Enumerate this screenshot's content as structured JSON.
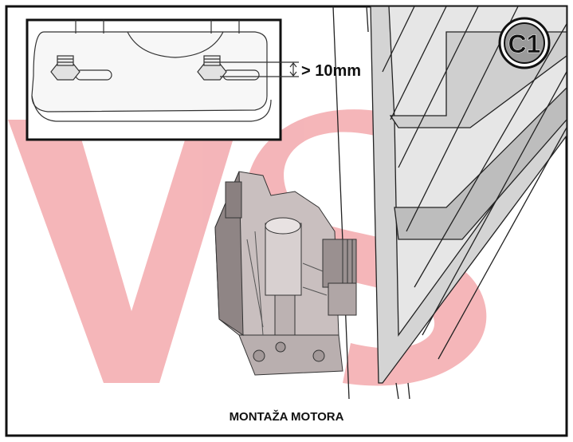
{
  "figure": {
    "badge_label": "C1",
    "measurement_label": "> 10mm",
    "caption": "MONTAŽA MOTORA",
    "watermark_text": "VS"
  },
  "colors": {
    "frame": "#111111",
    "watermark": "#f3a9ad",
    "motor_body": "#c9bfbf",
    "motor_shadow": "#8f8585",
    "badge_fill": "#9a9a9a",
    "gate_fill": "#d4d4d4"
  }
}
